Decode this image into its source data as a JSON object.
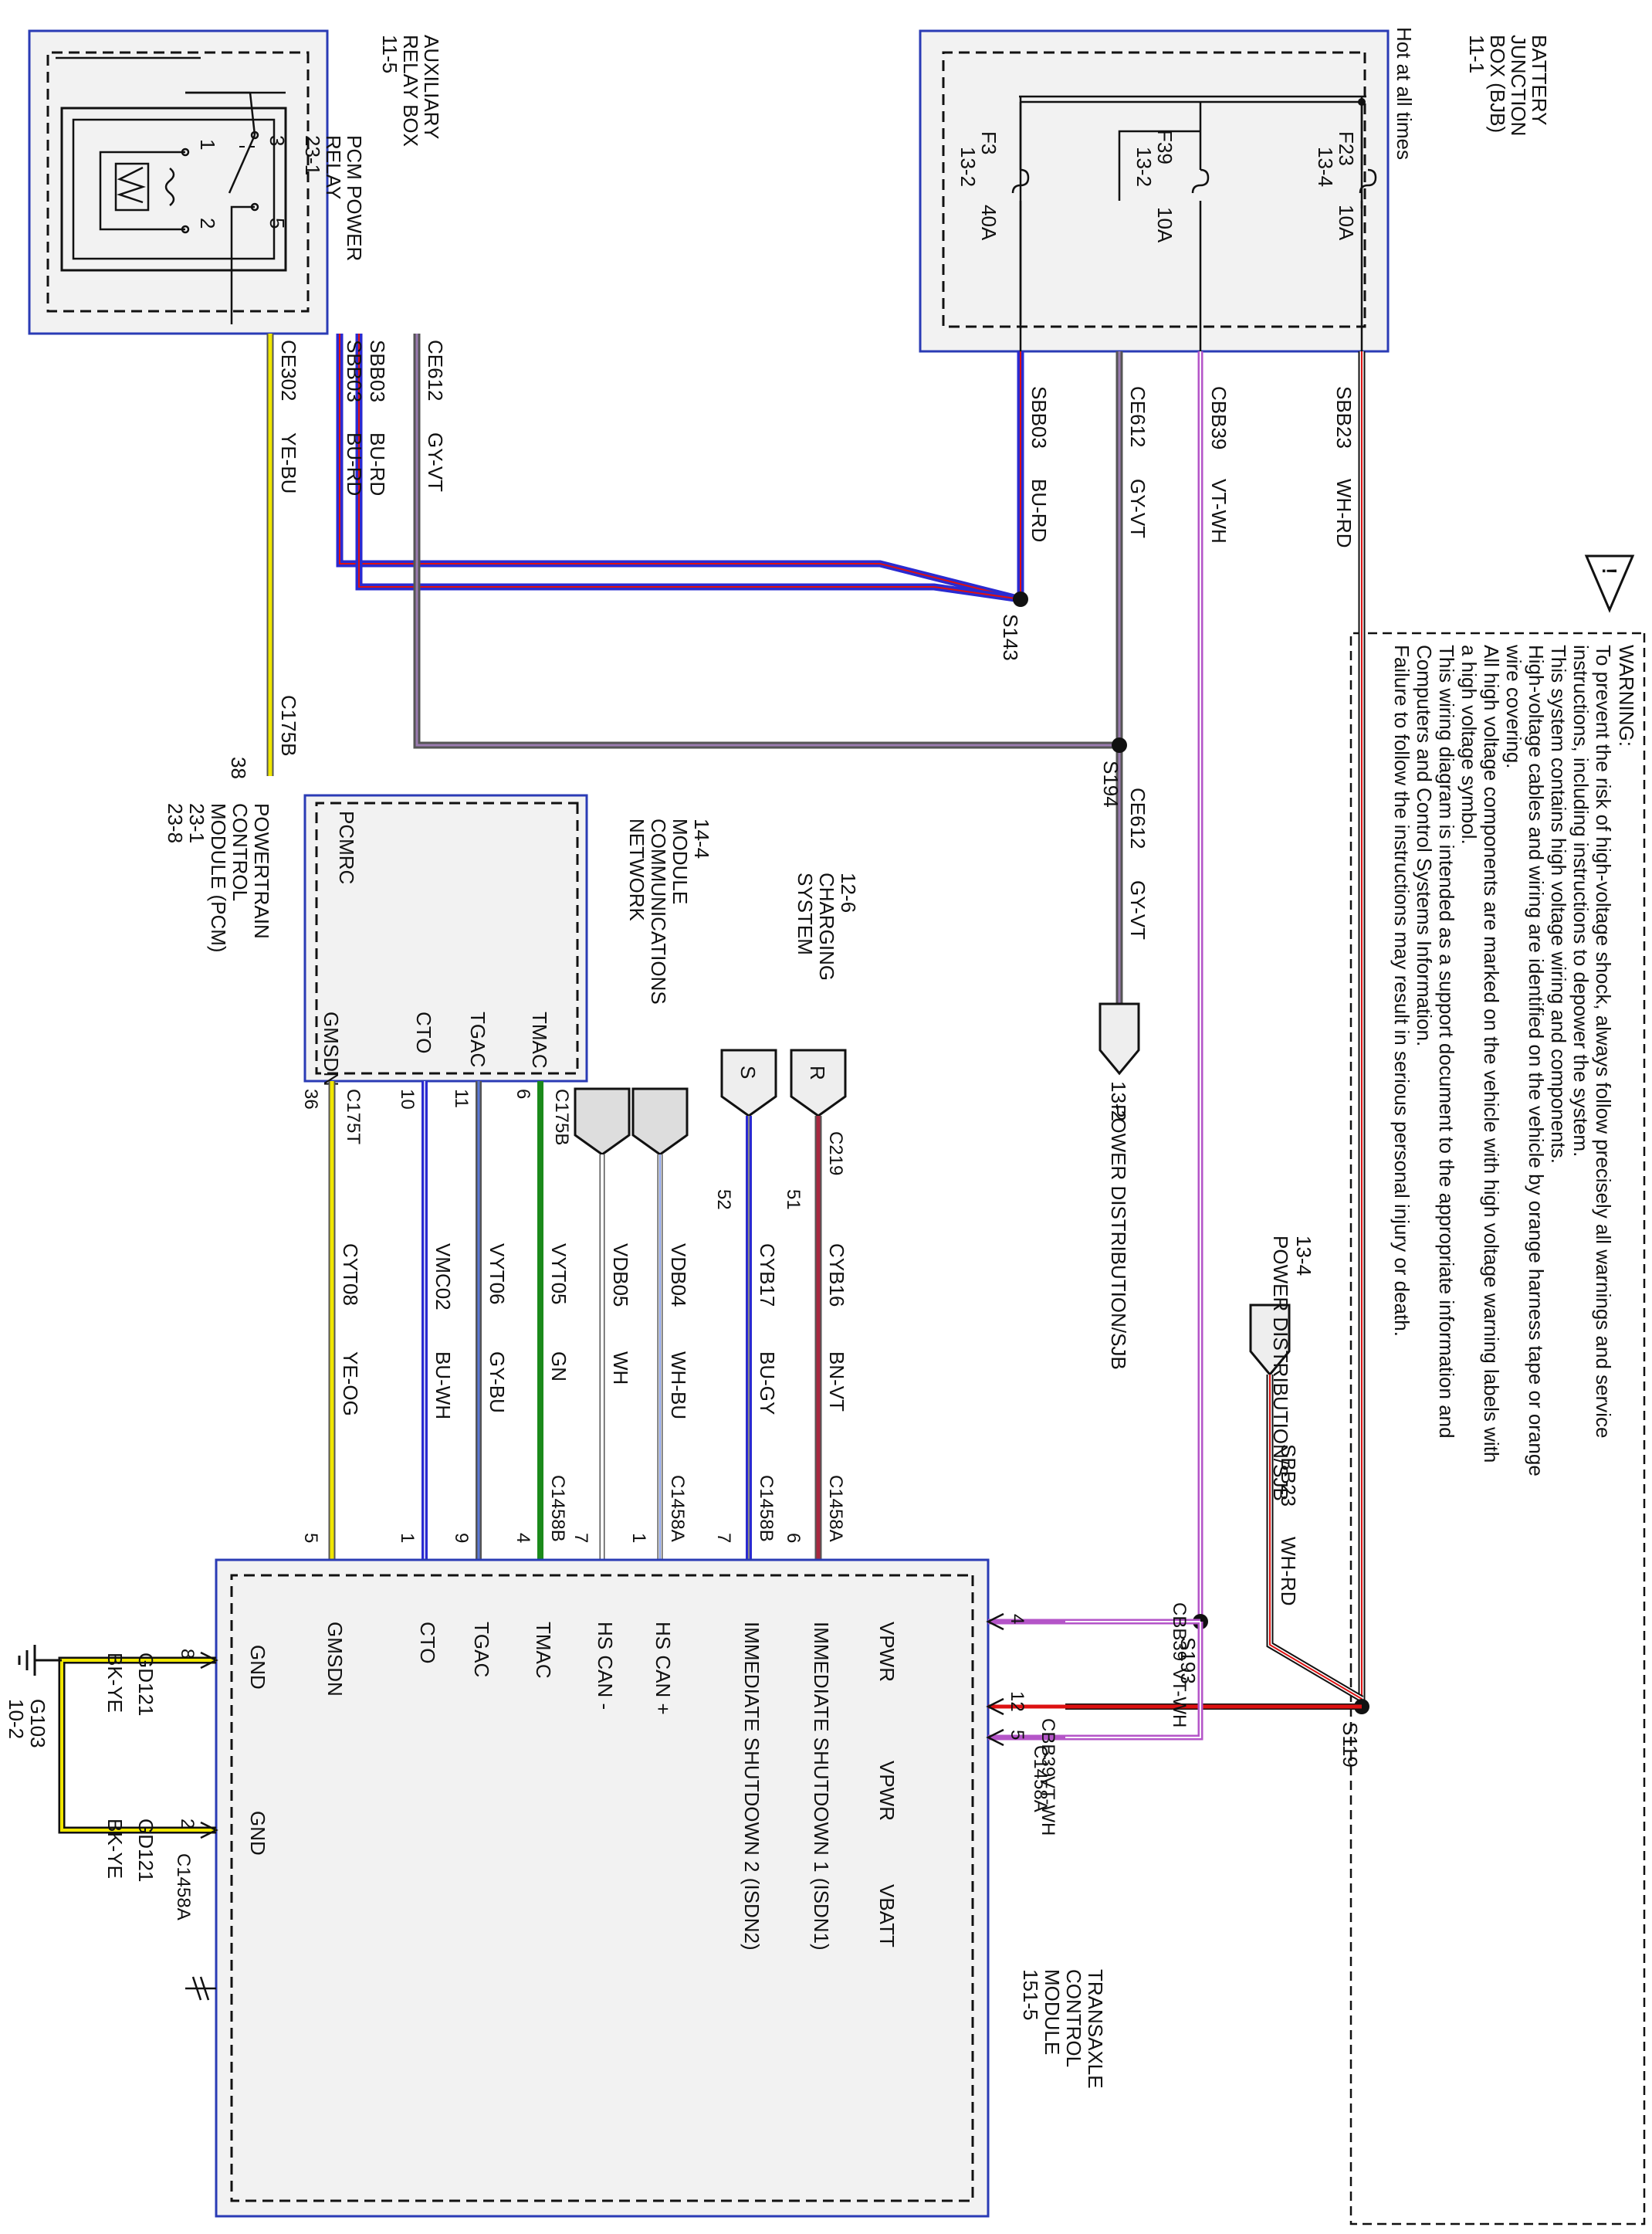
{
  "warning": {
    "title": "WARNING:",
    "lines": [
      "To prevent the risk of high-voltage shock, always follow precisely all warnings and service",
      "instructions, including instructions to depower the system.",
      "This system contains high voltage wiring and components.",
      "High-voltage cables and wiring are identified on the vehicle by orange harness tape or orange",
      "wire covering.",
      "All high voltage components are marked on the vehicle with high voltage warning labels with",
      "a high voltage symbol.",
      "This wiring diagram is intended as a support document to the appropriate information  and",
      "Computers and Control Systems Information.",
      "Failure to follow the instructions may result in serious personal injury or death."
    ]
  },
  "bjb": {
    "title_lines": [
      "BATTERY",
      "JUNCTION",
      "BOX (BJB)",
      "11-1"
    ],
    "hot_label": "Hot at all times",
    "fuses": [
      {
        "name": "F23",
        "rating": "10A",
        "ref": "13-4"
      },
      {
        "name": "F39",
        "rating": "10A",
        "ref": "13-2"
      },
      {
        "name": "F3",
        "rating": "40A",
        "ref": "13-2"
      }
    ]
  },
  "arb": {
    "title_lines": [
      "AUXILIARY",
      "RELAY BOX",
      "11-5"
    ],
    "relay_lines": [
      "PCM POWER",
      "RELAY",
      "23-1"
    ],
    "pins": [
      "1",
      "2",
      "3",
      "5"
    ]
  },
  "wires": {
    "sbb23": {
      "circuit": "SBB23",
      "color": "WH-RD"
    },
    "cbb39": {
      "circuit": "CBB39",
      "color": "VT-WH"
    },
    "ce612": {
      "circuit": "CE612",
      "color": "GY-VT"
    },
    "sbb03": {
      "circuit": "SBB03",
      "color": "BU-RD"
    },
    "ce302": {
      "circuit": "CE302",
      "color": "YE-BU"
    },
    "cyb16": {
      "circuit": "CYB16",
      "color": "BN-VT"
    },
    "cyb17": {
      "circuit": "CYB17",
      "color": "BU-GY"
    },
    "vdb04": {
      "circuit": "VDB04",
      "color": "WH-BU"
    },
    "vdb05": {
      "circuit": "VDB05",
      "color": "WH"
    },
    "vyt05": {
      "circuit": "VYT05",
      "color": "GN"
    },
    "vyt06": {
      "circuit": "VYT06",
      "color": "GY-BU"
    },
    "vmc02": {
      "circuit": "VMC02",
      "color": "BU-WH"
    },
    "cyt08": {
      "circuit": "CYT08",
      "color": "YE-OG"
    },
    "gd121": {
      "circuit": "GD121",
      "color": "BK-YE"
    }
  },
  "splices": [
    "S143",
    "S194",
    "S193",
    "S119"
  ],
  "connectors": {
    "c175b": "C175B",
    "c175t": "C175T",
    "c219": "C219",
    "c1458a": "C1458A",
    "c1458b": "C1458B"
  },
  "pin_numbers": {
    "pcm_pcmrc": "38",
    "pcm_tmac": "6",
    "pcm_tgac": "11",
    "pcm_cto": "10",
    "pcm_gmsdn": "36",
    "c219_r": "51",
    "c219_s": "52",
    "tcm_isdn1": "6",
    "tcm_isdn2": "7",
    "tcm_hscanp": "1",
    "tcm_hscanm": "7",
    "tcm_tmac": "4",
    "tcm_tgac": "9",
    "tcm_cto": "1",
    "tcm_gmsdn": "5",
    "tcm_vpwr1": "4",
    "tcm_vpwr2": "5",
    "tcm_vbatt": "12",
    "tcm_gnd1": "8",
    "tcm_gnd2": "2"
  },
  "refs": {
    "pd_132": [
      "13-2",
      "POWER DISTRIBUTION/SJB"
    ],
    "pd_134": [
      "13-4",
      "POWER DISTRIBUTION/SJB"
    ],
    "charging": [
      "12-6",
      "CHARGING",
      "SYSTEM"
    ],
    "mcn": [
      "14-4",
      "MODULE",
      "COMMUNICATIONS",
      "NETWORK"
    ],
    "charging_pins": [
      "R",
      "S"
    ]
  },
  "pcm": {
    "title_lines": [
      "POWERTRAIN",
      "CONTROL",
      "MODULE (PCM)",
      "23-1",
      "23-8"
    ],
    "pins": [
      "PCMRC",
      "TMAC",
      "TGAC",
      "CTO",
      "GMSDN"
    ]
  },
  "tcm": {
    "title_lines": [
      "TRANSAXLE",
      "CONTROL",
      "MODULE",
      "151-5"
    ],
    "pins": {
      "vpwr1": "VPWR",
      "vpwr2": "VPWR",
      "vbatt": "VBATT",
      "isdn1": "IMMEDIATE SHUTDOWN 1 (ISDN1)",
      "isdn2": "IMMEDIATE SHUTDOWN 2 (ISDN2)",
      "hscanp": "HS CAN +",
      "hscanm": "HS CAN -",
      "tmac": "TMAC",
      "tgac": "TGAC",
      "cto": "CTO",
      "gmsdn": "GMSDN",
      "gnd1": "GND",
      "gnd2": "GND"
    }
  },
  "ground": {
    "name": "G103",
    "ref": "10-2"
  }
}
